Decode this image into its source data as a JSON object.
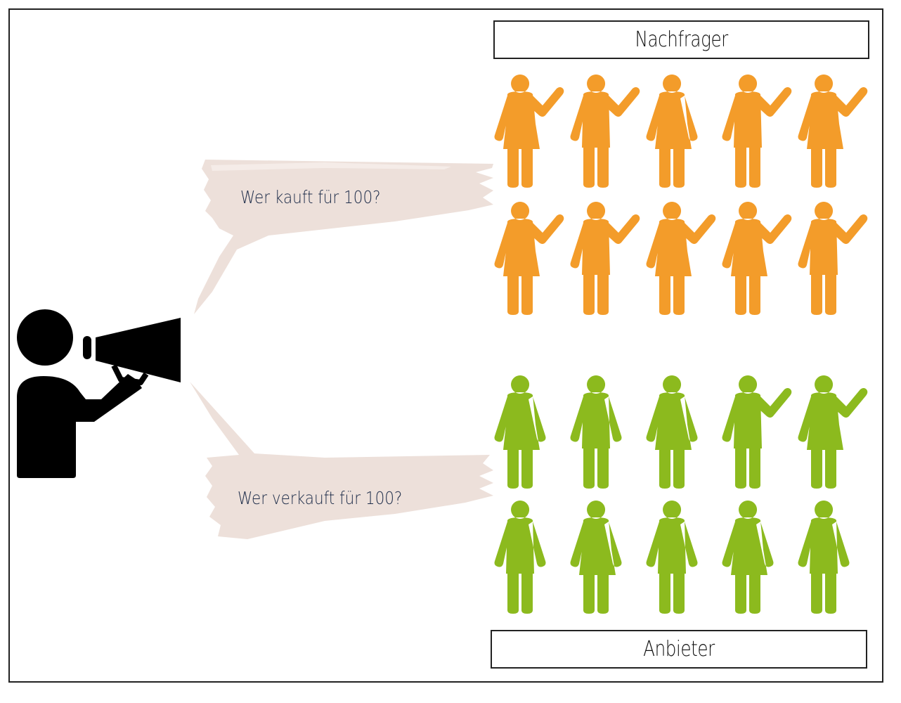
{
  "labels": {
    "demand": "Nachfrager",
    "supply": "Anbieter"
  },
  "bubbles": {
    "buy_question": "Wer kauft für 100?",
    "sell_question": "Wer verkauft für 100?"
  },
  "colors": {
    "demand": "#f39c2a",
    "supply": "#8cba1e",
    "speaker": "#000000",
    "bubble": "#ede0da",
    "bubble_text": "#1e2d4a"
  },
  "icons": {
    "speaker": "person-megaphone-icon",
    "person": "person-icon"
  },
  "groups": {
    "demand": {
      "rows": [
        [
          {
            "type": "female",
            "waving": true
          },
          {
            "type": "male",
            "waving": true
          },
          {
            "type": "female",
            "waving": false
          },
          {
            "type": "male",
            "waving": true
          },
          {
            "type": "female",
            "waving": true
          }
        ],
        [
          {
            "type": "female",
            "waving": true
          },
          {
            "type": "male",
            "waving": true
          },
          {
            "type": "female",
            "waving": true
          },
          {
            "type": "female",
            "waving": true
          },
          {
            "type": "male",
            "waving": true
          }
        ]
      ]
    },
    "supply": {
      "rows": [
        [
          {
            "type": "female",
            "waving": false
          },
          {
            "type": "male",
            "waving": false
          },
          {
            "type": "female",
            "waving": false
          },
          {
            "type": "male",
            "waving": true
          },
          {
            "type": "female",
            "waving": true
          }
        ],
        [
          {
            "type": "male",
            "waving": false
          },
          {
            "type": "female",
            "waving": false
          },
          {
            "type": "male",
            "waving": false
          },
          {
            "type": "female",
            "waving": false
          },
          {
            "type": "male",
            "waving": false
          }
        ]
      ]
    }
  }
}
